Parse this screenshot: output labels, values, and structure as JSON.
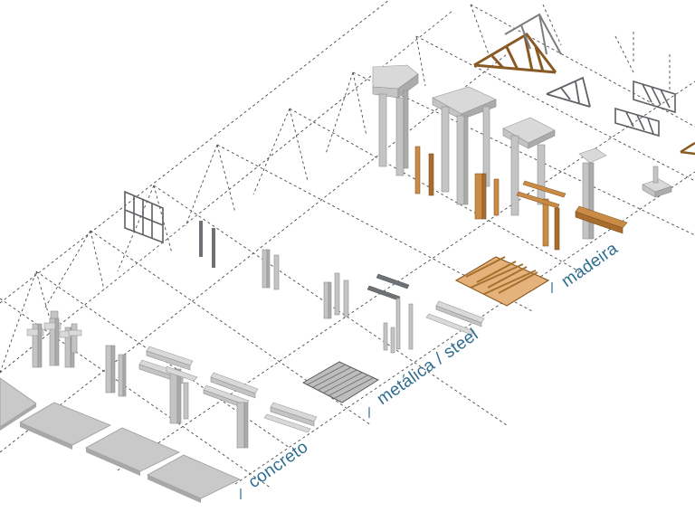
{
  "labels": {
    "concrete": "concreto",
    "steel": "metálica / steel",
    "wood": "madeira"
  },
  "colors": {
    "label": "#2f6d8f",
    "concrete": "#c9c9c9",
    "steel": "#5d6064",
    "wood": "#c98b45",
    "grid": "#4a4a4a"
  }
}
